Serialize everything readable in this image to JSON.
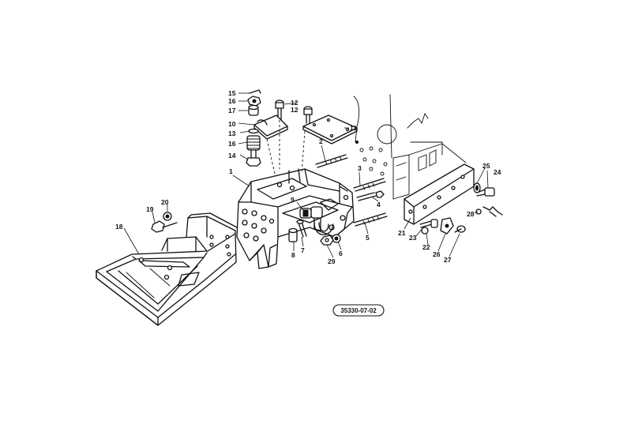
{
  "reference_code": "35330-07-02",
  "callouts": [
    {
      "id": "c1",
      "text": "1"
    },
    {
      "id": "c2",
      "text": "2"
    },
    {
      "id": "c3",
      "text": "3"
    },
    {
      "id": "c4",
      "text": "4"
    },
    {
      "id": "c5",
      "text": "5"
    },
    {
      "id": "c6",
      "text": "6"
    },
    {
      "id": "c7",
      "text": "7"
    },
    {
      "id": "c8",
      "text": "8"
    },
    {
      "id": "c9",
      "text": "9"
    },
    {
      "id": "c10",
      "text": "10"
    },
    {
      "id": "c11",
      "text": "11"
    },
    {
      "id": "c12a",
      "text": "12"
    },
    {
      "id": "c12b",
      "text": "12"
    },
    {
      "id": "c13",
      "text": "13"
    },
    {
      "id": "c14",
      "text": "14"
    },
    {
      "id": "c15",
      "text": "15"
    },
    {
      "id": "c16a",
      "text": "16"
    },
    {
      "id": "c16b",
      "text": "16"
    },
    {
      "id": "c17",
      "text": "17"
    },
    {
      "id": "c18",
      "text": "18"
    },
    {
      "id": "c19",
      "text": "19"
    },
    {
      "id": "c20",
      "text": "20"
    },
    {
      "id": "c21",
      "text": "21"
    },
    {
      "id": "c22",
      "text": "22"
    },
    {
      "id": "c23",
      "text": "23"
    },
    {
      "id": "c24",
      "text": "24"
    },
    {
      "id": "c25",
      "text": "25"
    },
    {
      "id": "c26",
      "text": "26"
    },
    {
      "id": "c27",
      "text": "27"
    },
    {
      "id": "c28",
      "text": "28"
    },
    {
      "id": "c29",
      "text": "29"
    }
  ]
}
